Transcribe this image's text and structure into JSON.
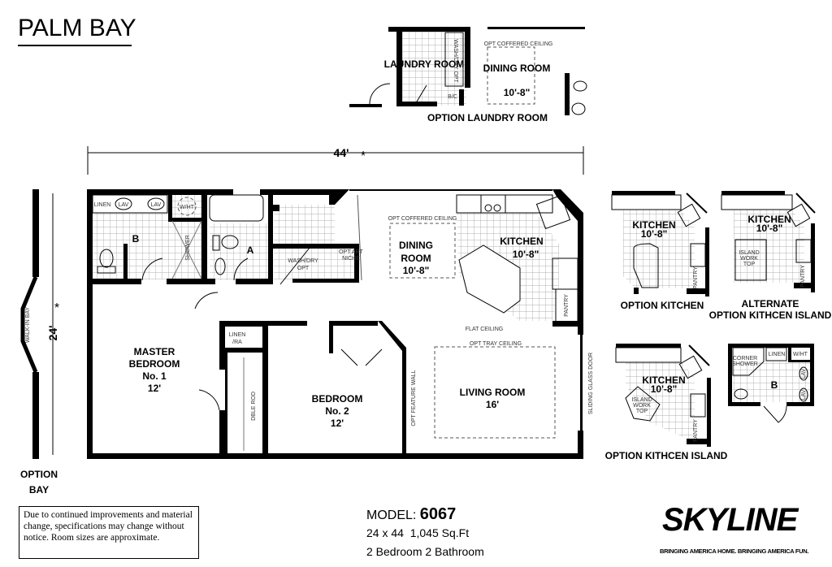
{
  "title": "PALM BAY",
  "dimensions": {
    "width_label": "44'",
    "depth_label": "24'",
    "marker": "*"
  },
  "option_laundry": {
    "laundry_label": "LAUNDRY ROOM",
    "wash_dry": "WASH/DRY OPT",
    "bc": "B/C",
    "ceiling": "OPT COFFERED CEILING",
    "dining": "DINING ROOM",
    "dining_size": "10'-8\"",
    "caption": "OPTION LAUNDRY ROOM"
  },
  "main_plan": {
    "linen": "LINEN",
    "lav": "LAV",
    "wht": "W/HT",
    "shower": "SHOWER",
    "bath_b": "B",
    "bath_a": "A",
    "wash_dry": "WASH/DRY",
    "wash_dry_opt": "OPT",
    "art_niche": "OPT ART",
    "art_niche2": "NICHE",
    "coffered": "OPT COFFERED CEILING",
    "dining": "DINING",
    "dining2": "ROOM",
    "dining_size": "10'-8\"",
    "kitchen": "KITCHEN",
    "kitchen_size": "10'-8\"",
    "pantry": "PANTRY",
    "flat_ceiling": "FLAT CEILING",
    "tray_ceiling": "OPT TRAY CEILING",
    "master": "MASTER",
    "master2": "BEDROOM",
    "master3": "No. 1",
    "master_size": "12'",
    "linen_ra": "LINEN",
    "linen_ra2": "/RA",
    "dble_rod": "DBLE ROD",
    "bedroom2": "BEDROOM",
    "bedroom2_no": "No. 2",
    "bedroom2_size": "12'",
    "feature_wall": "OPT FEATURE WALL",
    "living": "LIVING ROOM",
    "living_size": "16'",
    "sliding_door": "SLIDING GLASS DOOR",
    "walk_in_bay": "WALK-IN BAY",
    "option_bay": "OPTION",
    "option_bay2": "BAY"
  },
  "options": {
    "kitchen_label": "KITCHEN",
    "kitchen_size": "10'-8\"",
    "pantry": "PANTRY",
    "island": "ISLAND",
    "work": "WORK",
    "top": "TOP",
    "option_kitchen": "OPTION KITCHEN",
    "alternate": "ALTERNATE",
    "alternate2": "OPTION KITHCEN ISLAND",
    "kitchen_island": "OPTION KITHCEN ISLAND",
    "corner_shower": "CORNER",
    "corner_shower2": "SHOWER",
    "linen": "LINEN",
    "wht": "W/HT",
    "lav": "LAV",
    "bath_b": "B"
  },
  "disclaimer": "Due to continued improvements and material change, specifications may change without notice. Room sizes are approximate.",
  "model": {
    "label": "MODEL:",
    "number": "6067",
    "size": "24 x 44  1,045 Sq.Ft",
    "rooms": "2 Bedroom 2 Bathroom"
  },
  "brand": {
    "logo": "SKYLINE",
    "tagline": "BRINGING AMERICA HOME. BRINGING AMERICA FUN."
  }
}
